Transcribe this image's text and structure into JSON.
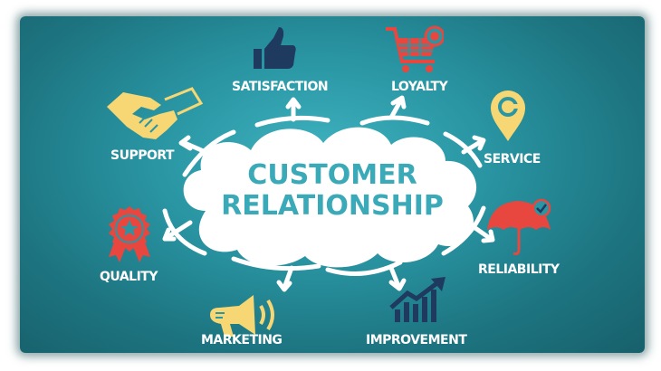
{
  "center": {
    "line1": "CUSTOMER",
    "line2": "RELATIONSHIP"
  },
  "nodes": [
    {
      "id": "satisfaction",
      "label": "SATISFACTION",
      "icon": "thumbs-up-icon",
      "color": "#1f3a5f"
    },
    {
      "id": "loyalty",
      "label": "LOYALTY",
      "icon": "shopping-cart-icon",
      "color": "#e8473f"
    },
    {
      "id": "service",
      "label": "SERVICE",
      "icon": "location-pin-wrench-icon",
      "color": "#f7d774"
    },
    {
      "id": "reliability",
      "label": "RELIABILITY",
      "icon": "umbrella-check-icon",
      "color": "#e8473f"
    },
    {
      "id": "improvement",
      "label": "IMPROVEMENT",
      "icon": "growth-chart-icon",
      "color": "#1f3a5f"
    },
    {
      "id": "marketing",
      "label": "MARKETING",
      "icon": "megaphone-icon",
      "color": "#f7d774"
    },
    {
      "id": "quality",
      "label": "QUALITY",
      "icon": "award-ribbon-icon",
      "color": "#e8473f"
    },
    {
      "id": "support",
      "label": "SUPPORT",
      "icon": "handshake-icon",
      "color": "#f7d774"
    }
  ],
  "colors": {
    "background": "#2a96a4",
    "cloud": "#ffffff",
    "cloud_text": "#3aa9b8",
    "label": "#ffffff",
    "red": "#e8473f",
    "yellow": "#f7d774",
    "navy": "#1f3a5f"
  }
}
